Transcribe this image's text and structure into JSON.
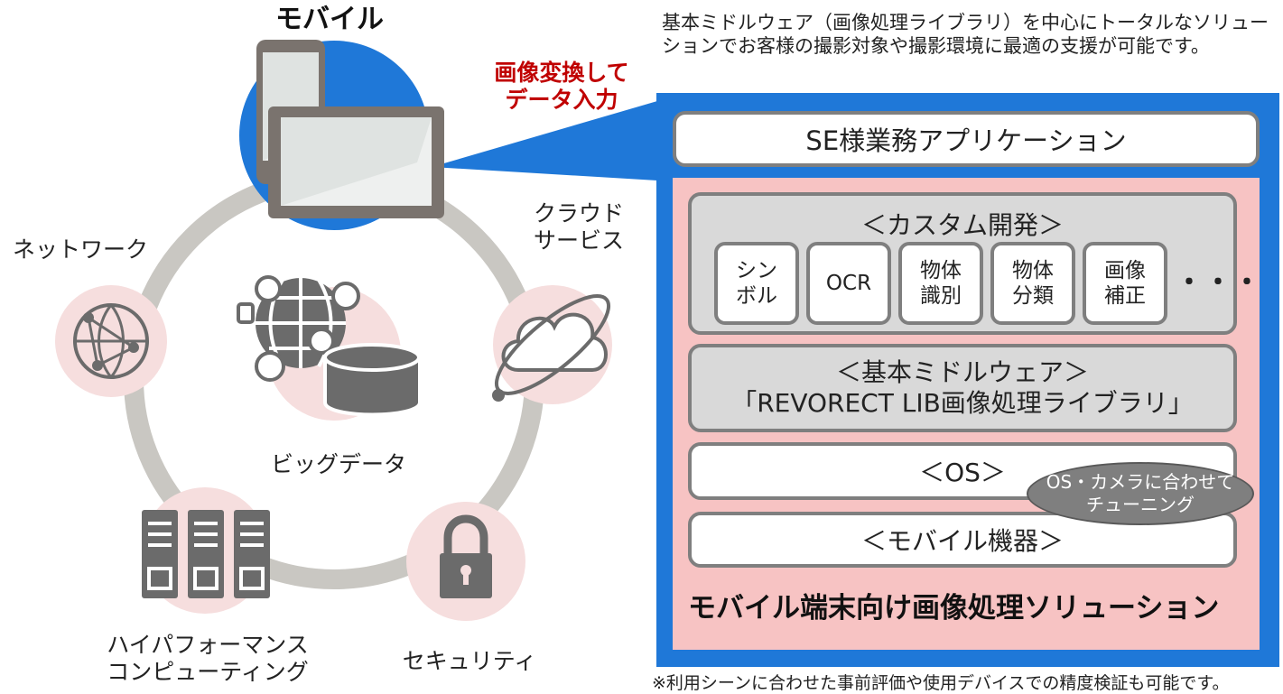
{
  "mobile_title": "モバイル",
  "red_label_line1": "画像変換して",
  "red_label_line2": "データ入力",
  "nodes": {
    "network": "ネットワーク",
    "cloud_line1": "クラウド",
    "cloud_line2": "サービス",
    "bigdata": "ビッグデータ",
    "hpc_line1": "ハイパフォーマンス",
    "hpc_line2": "コンピューティング",
    "security": "セキュリティ"
  },
  "description": "基本ミドルウェア（画像処理ライブラリ）を中心にトータルなソリューションでお客様の撮影対象や撮影環境に最適の支援が可能です。",
  "stack": {
    "app": "SE様業務アプリケーション",
    "custom_title": "＜カスタム開発＞",
    "modules": [
      "シン\nボル",
      "OCR",
      "物体\n識別",
      "物体\n分類",
      "画像\n補正"
    ],
    "more": "・・・",
    "basic_line1": "＜基本ミドルウェア＞",
    "basic_line2": "「REVORECT LIB画像処理ライブラリ」",
    "os": "＜OS＞",
    "tuning_line1": "OS・カメラに合わせて",
    "tuning_line2": "チューニング",
    "mobile_device": "＜モバイル機器＞",
    "solution": "モバイル端末向け画像処理ソリューション"
  },
  "footnote": "※利用シーンに合わせた事前評価や使用デバイスでの精度検証も可能です。",
  "colors": {
    "accent_blue": "#1f78d8",
    "red_text": "#c00000",
    "pink_fill": "#f7c3c3",
    "gray_fill": "#d9d9d9",
    "ring": "#c9c7c2",
    "icon_gray": "#6b6b6b"
  }
}
